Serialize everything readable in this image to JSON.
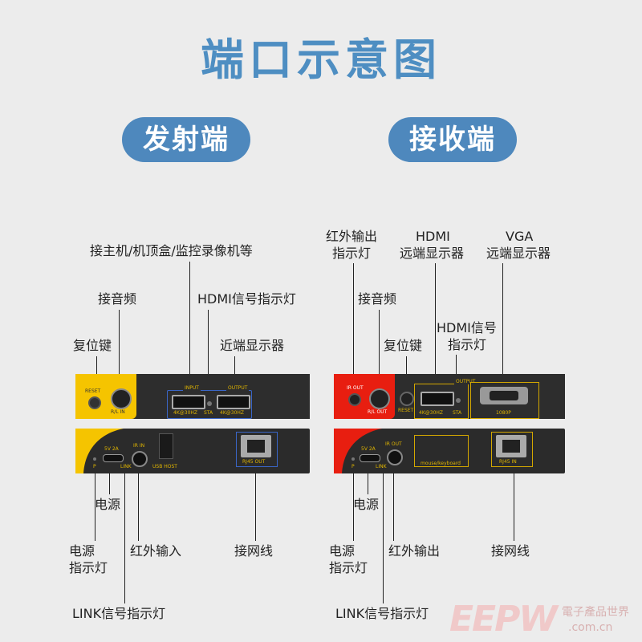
{
  "title": "端口示意图",
  "tx": {
    "pill": "发射端",
    "labels": {
      "source": "接主机/机顶盒/监控录像机等",
      "audio": "接音频",
      "hdmi_led": "HDMI信号指示灯",
      "reset": "复位键",
      "near_display": "近端显示器",
      "power": "电源",
      "power_led_1": "电源",
      "power_led_2": "指示灯",
      "ir_in": "红外输入",
      "network": "接网线",
      "link_led": "LINK信号指示灯"
    },
    "ports": {
      "reset": "RESET",
      "rl_in": "R/L IN",
      "input": "INPUT",
      "output": "OUTPUT",
      "k4_a": "4K@30HZ",
      "k4_b": "4K@30HZ",
      "sta": "STA",
      "p": "P",
      "dc": "5V 2A",
      "ir_in": "IR IN",
      "link": "LINK",
      "usb": "USB HOST",
      "rj45": "RJ45 OUT"
    }
  },
  "rx": {
    "pill": "接收端",
    "labels": {
      "ir_out_1": "红外输出",
      "ir_out_2": "指示灯",
      "hdmi_1": "HDMI",
      "hdmi_2": "远端显示器",
      "vga_1": "VGA",
      "vga_2": "远端显示器",
      "audio": "接音频",
      "hdmi_led_1": "HDMI信号",
      "hdmi_led_2": "指示灯",
      "reset": "复位键",
      "power": "电源",
      "power_led_1": "电源",
      "power_led_2": "指示灯",
      "ir_out": "红外输出",
      "network": "接网线",
      "link_led": "LINK信号指示灯"
    },
    "ports": {
      "ir_out": "IR OUT",
      "rl_out": "R/L OUT",
      "reset": "RESET",
      "output": "OUTPUT",
      "k4": "4K@30HZ",
      "sta": "STA",
      "vga_res": "1080P",
      "p": "P",
      "dc": "5V 2A",
      "ir_out2": "IR OUT",
      "link": "LINK",
      "mouse": "mouse/keyboard",
      "rj45": "RJ45 IN"
    }
  },
  "watermark": {
    "logo": "EEPW",
    "cn": "電子產品世界",
    "url": ".com.cn"
  },
  "colors": {
    "title": "#4e8ec2",
    "pill": "#4e88bd",
    "tx_accent": "#f5c400",
    "rx_accent": "#e81e10",
    "port_outline": "#d4a800"
  }
}
